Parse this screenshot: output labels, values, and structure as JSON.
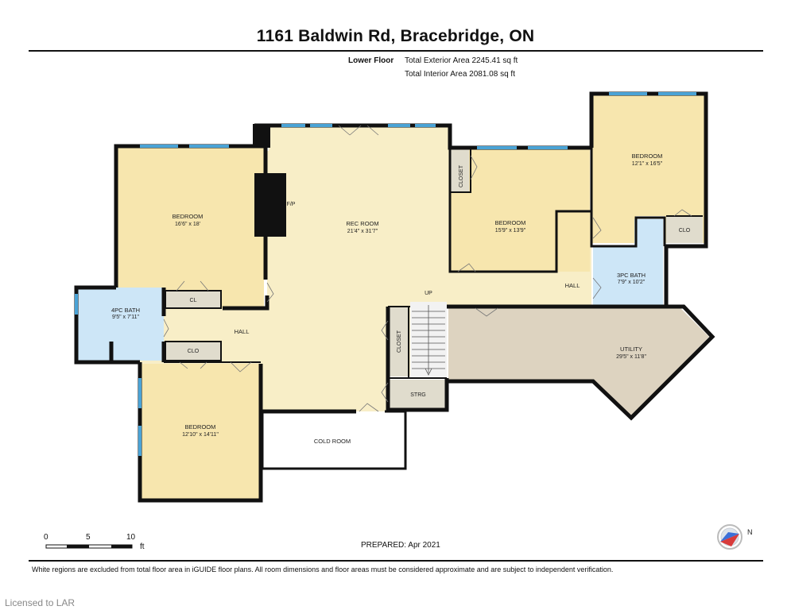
{
  "header": {
    "title": "1161 Baldwin Rd, Bracebridge, ON",
    "floor": "Lower Floor",
    "exterior_area": "Total Exterior Area 2245.41 sq ft",
    "interior_area": "Total Interior Area 2081.08 sq ft"
  },
  "rooms": {
    "bedroom_nw": {
      "name": "BEDROOM",
      "dim": "16'6\" x 18'"
    },
    "rec_room": {
      "name": "REC ROOM",
      "dim": "21'4\" x 31'7\""
    },
    "fireplace": {
      "name": "F/P"
    },
    "closet_mid": {
      "name": "CLOSET"
    },
    "bedroom_mid": {
      "name": "BEDROOM",
      "dim": "15'9\" x 13'9\""
    },
    "bedroom_ne": {
      "name": "BEDROOM",
      "dim": "12'1\" x 16'5\""
    },
    "clo_ne": {
      "name": "CLO"
    },
    "bath3": {
      "name": "3PC BATH",
      "dim": "7'9\" x 10'2\""
    },
    "hall_east": {
      "name": "HALL"
    },
    "cl_w": {
      "name": "CL"
    },
    "bath4": {
      "name": "4PC BATH",
      "dim": "9'5\" x 7'11\""
    },
    "hall_west": {
      "name": "HALL"
    },
    "clo_sw": {
      "name": "CLO"
    },
    "up": {
      "name": "UP"
    },
    "closet_stair": {
      "name": "CLOSET"
    },
    "utility": {
      "name": "UTILITY",
      "dim": "29'5\" x 11'8\""
    },
    "strg": {
      "name": "STRG"
    },
    "bedroom_sw": {
      "name": "BEDROOM",
      "dim": "12'10\" x 14'11\""
    },
    "cold_room": {
      "name": "COLD ROOM"
    }
  },
  "scale": {
    "t0": "0",
    "t5": "5",
    "t10": "10",
    "unit": "ft"
  },
  "compass": {
    "north": "N"
  },
  "footer": {
    "prepared": "PREPARED: Apr 2021",
    "disclaimer": "White regions are excluded from total floor area in iGUIDE floor plans. All room dimensions and floor areas must be considered approximate and are subject to independent verification.",
    "licensed": "Licensed to LAR"
  },
  "colors": {
    "room_fill": "#f8eec7",
    "bedroom_fill": "#f7e6ae",
    "bath_fill": "#cde6f7",
    "utility_fill": "#ddd3c0",
    "storage_fill": "#e0dccd",
    "wall": "#111111",
    "window": "#4aa3d6"
  }
}
